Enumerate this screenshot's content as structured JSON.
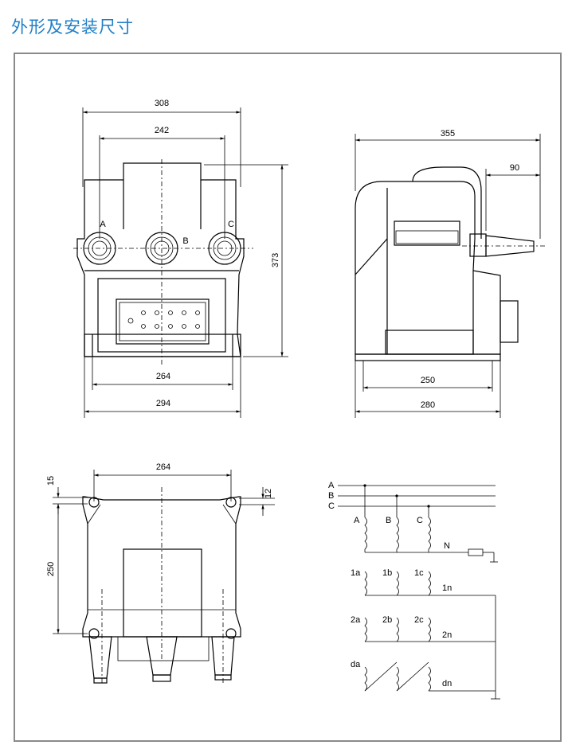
{
  "title": "外形及安装尺寸",
  "front_view": {
    "dim_top_outer": "308",
    "dim_top_inner": "242",
    "dim_height": "373",
    "dim_base_inner": "264",
    "dim_base_outer": "294",
    "phase_a": "A",
    "phase_b": "B",
    "phase_c": "C"
  },
  "side_view": {
    "dim_top": "355",
    "dim_nozzle": "90",
    "dim_base_inner": "250",
    "dim_base_outer": "280"
  },
  "bottom_view": {
    "dim_width": "264",
    "dim_left_small": "15",
    "dim_right_small": "12",
    "dim_height": "250"
  },
  "wiring": {
    "bus_a": "A",
    "bus_b": "B",
    "bus_c": "C",
    "primary_a": "A",
    "primary_b": "B",
    "primary_c": "C",
    "neutral": "N",
    "sec1_a": "1a",
    "sec1_b": "1b",
    "sec1_c": "1c",
    "sec1_n": "1n",
    "sec2_a": "2a",
    "sec2_b": "2b",
    "sec2_c": "2c",
    "sec2_n": "2n",
    "open_delta_a": "da",
    "open_delta_n": "dn"
  }
}
